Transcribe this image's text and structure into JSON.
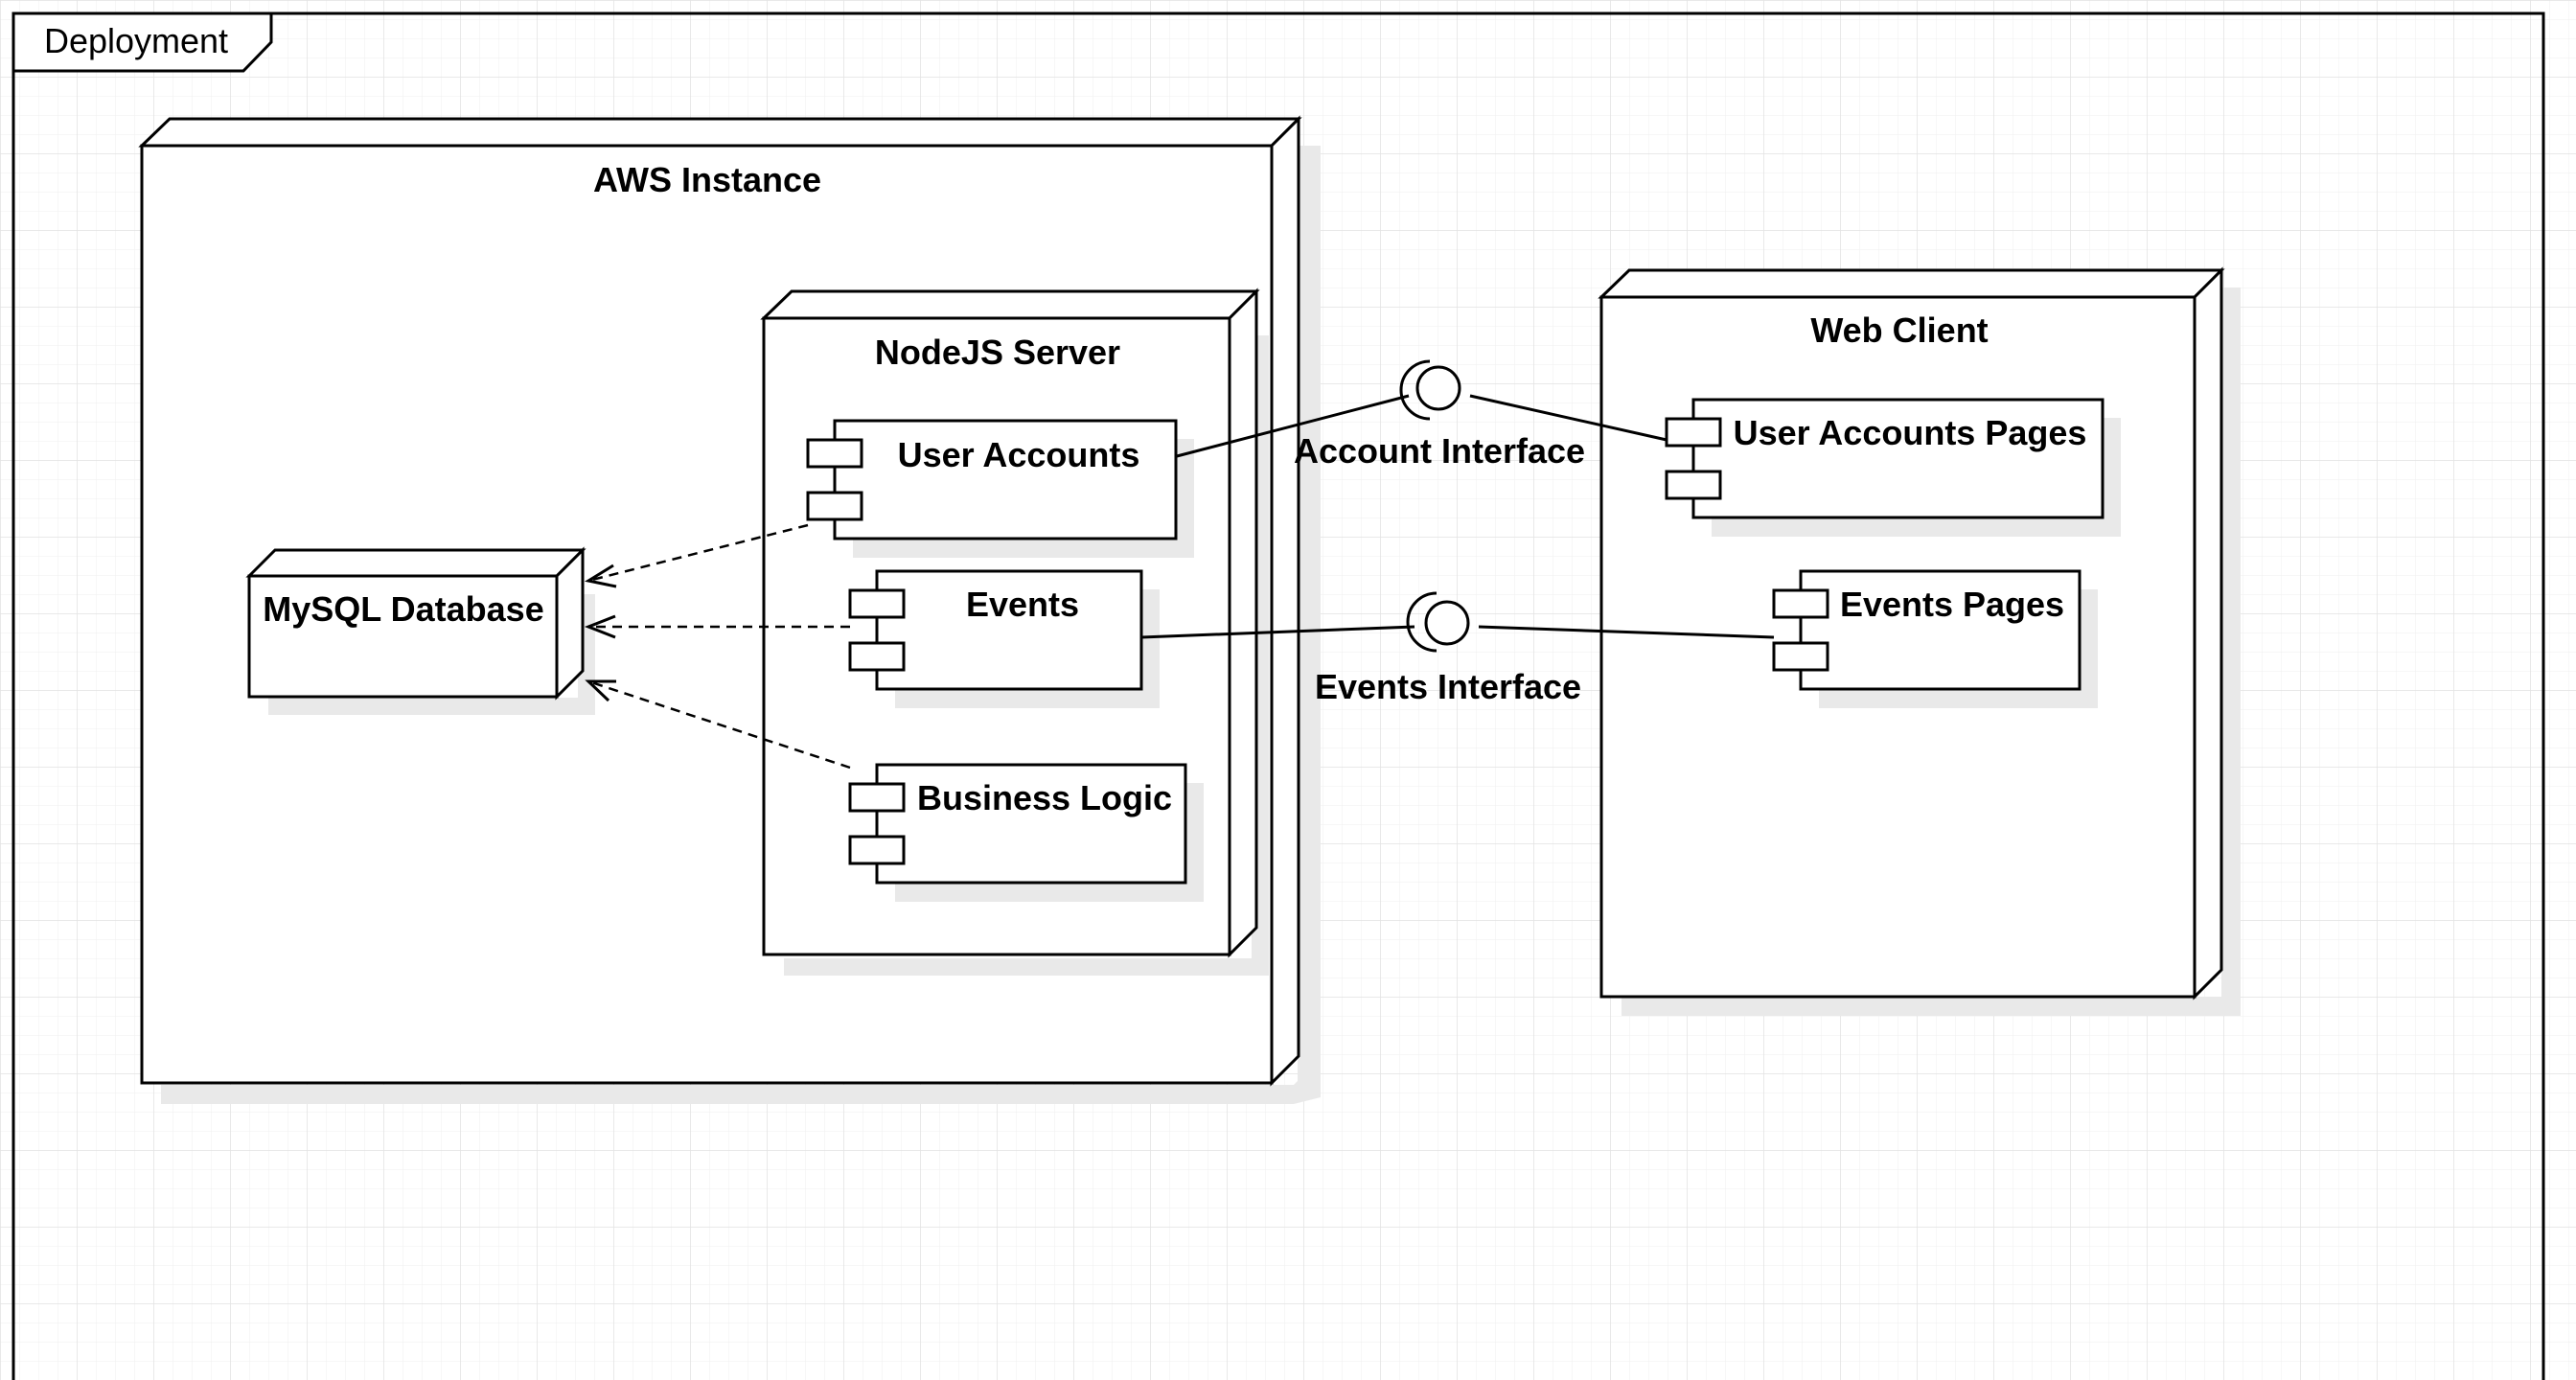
{
  "frame": {
    "label": "Deployment"
  },
  "nodes": {
    "aws": {
      "label": "AWS Instance"
    },
    "nodejs": {
      "label": "NodeJS Server"
    },
    "mysql": {
      "label": "MySQL Database"
    },
    "webclient": {
      "label": "Web Client"
    }
  },
  "components": {
    "user_accounts": {
      "label": "User Accounts"
    },
    "events": {
      "label": "Events"
    },
    "business_logic": {
      "label": "Business Logic"
    },
    "user_accounts_pages": {
      "label": "User Accounts Pages"
    },
    "events_pages": {
      "label": "Events Pages"
    }
  },
  "interfaces": {
    "account": {
      "label": "Account Interface"
    },
    "events": {
      "label": "Events Interface"
    }
  },
  "colors": {
    "line": "#000000",
    "grid": "#e6e6e6",
    "shadow": "#e9e9e9",
    "background": "#ffffff"
  }
}
